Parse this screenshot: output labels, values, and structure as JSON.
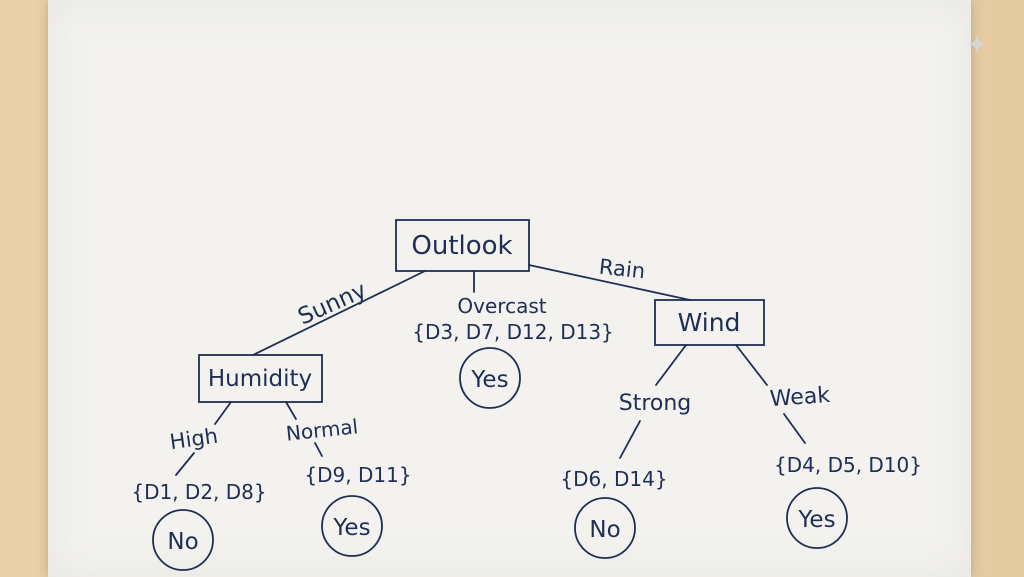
{
  "nodes": {
    "root": "Outlook",
    "humidity": "Humidity",
    "wind": "Wind"
  },
  "edges": {
    "sunny": "Sunny",
    "overcast": "Overcast",
    "rain": "Rain",
    "high": "High",
    "normal": "Normal",
    "strong": "Strong",
    "weak": "Weak"
  },
  "sets": {
    "overcast": "{D3, D7, D12, D13}",
    "high": "{D1, D2, D8}",
    "normal": "{D9, D11}",
    "strong": "{D6, D14}",
    "weak": "{D4, D5, D10}"
  },
  "leaves": {
    "overcast": "Yes",
    "high": "No",
    "normal": "Yes",
    "strong": "No",
    "weak": "Yes"
  }
}
